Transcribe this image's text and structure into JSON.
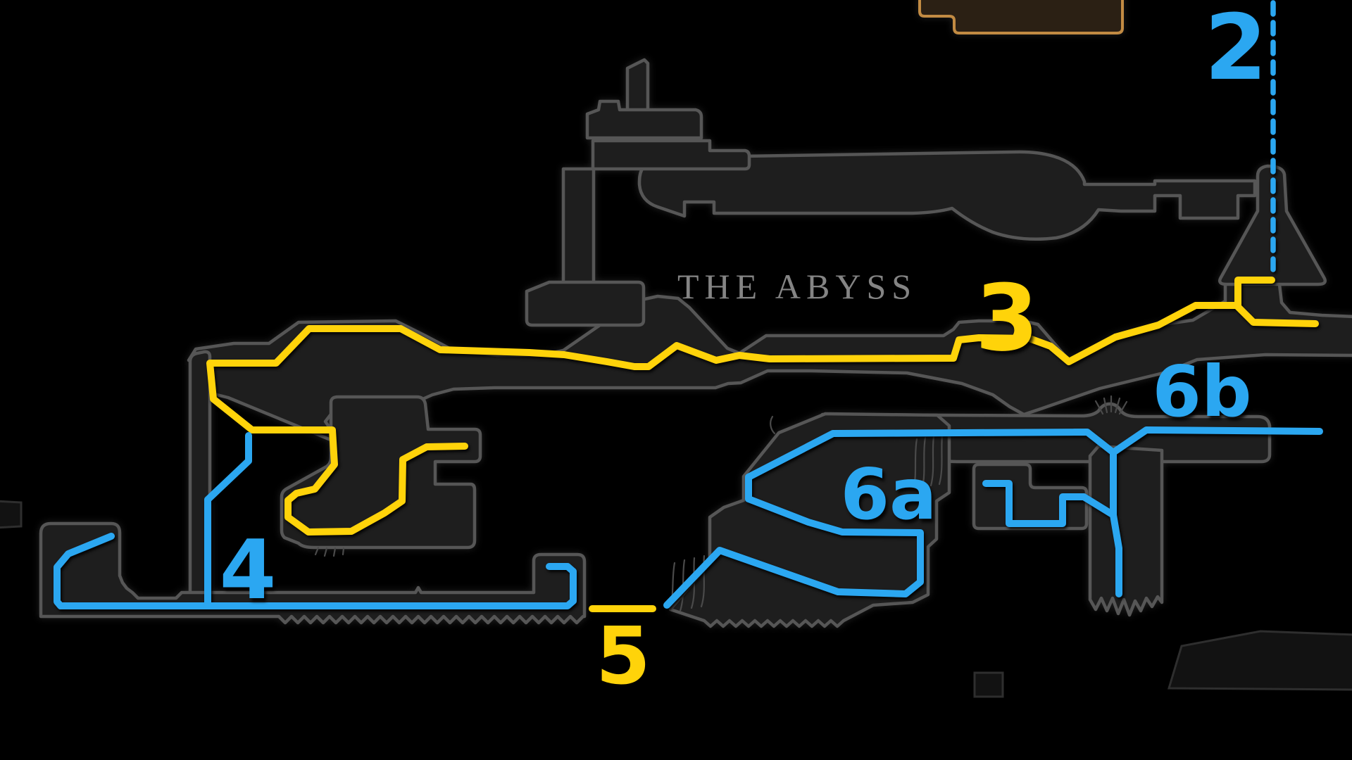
{
  "screen": {
    "type": "game-map",
    "game": "metroidvania-style cave map",
    "area_label": "THE ABYSS"
  },
  "map": {
    "area_label": "THE ABYSS",
    "waypoints": [
      {
        "label": "2",
        "color": "#2BA7F1",
        "kind": "blue-route-marker",
        "note": "top of dashed vertical drop line"
      },
      {
        "label": "3",
        "color": "#FFD30A",
        "kind": "yellow-route-marker",
        "note": "main horizontal corridor route"
      },
      {
        "label": "4",
        "color": "#2BA7F1",
        "kind": "blue-route-marker",
        "note": "bottom-left floor route"
      },
      {
        "label": "5",
        "color": "#FFD30A",
        "kind": "yellow-route-marker",
        "note": "gap marker on bottom floor"
      },
      {
        "label": "6a",
        "color": "#2BA7F1",
        "kind": "blue-route-marker",
        "note": "hill room route"
      },
      {
        "label": "6b",
        "color": "#2BA7F1",
        "kind": "blue-route-marker",
        "note": "upper-right ledge route"
      }
    ],
    "routes": [
      {
        "name": "yellow-route",
        "color": "#FFD30A",
        "connects": [
          "3",
          "5"
        ]
      },
      {
        "name": "blue-route",
        "color": "#2BA7F1",
        "connects": [
          "4",
          "5",
          "6a",
          "6b"
        ]
      },
      {
        "name": "blue-dashed-drop",
        "color": "#2BA7F1",
        "connects": [
          "2"
        ]
      }
    ],
    "colors": {
      "background": "#000000",
      "room_fill": "#1E1E1E",
      "room_outline": "#565656",
      "route_blue": "#2BA7F1",
      "route_yellow": "#FFD30A",
      "adjacent_area_fill": "#2B2014",
      "adjacent_area_outline": "#C28B43",
      "area_label_color": "#848484"
    }
  }
}
